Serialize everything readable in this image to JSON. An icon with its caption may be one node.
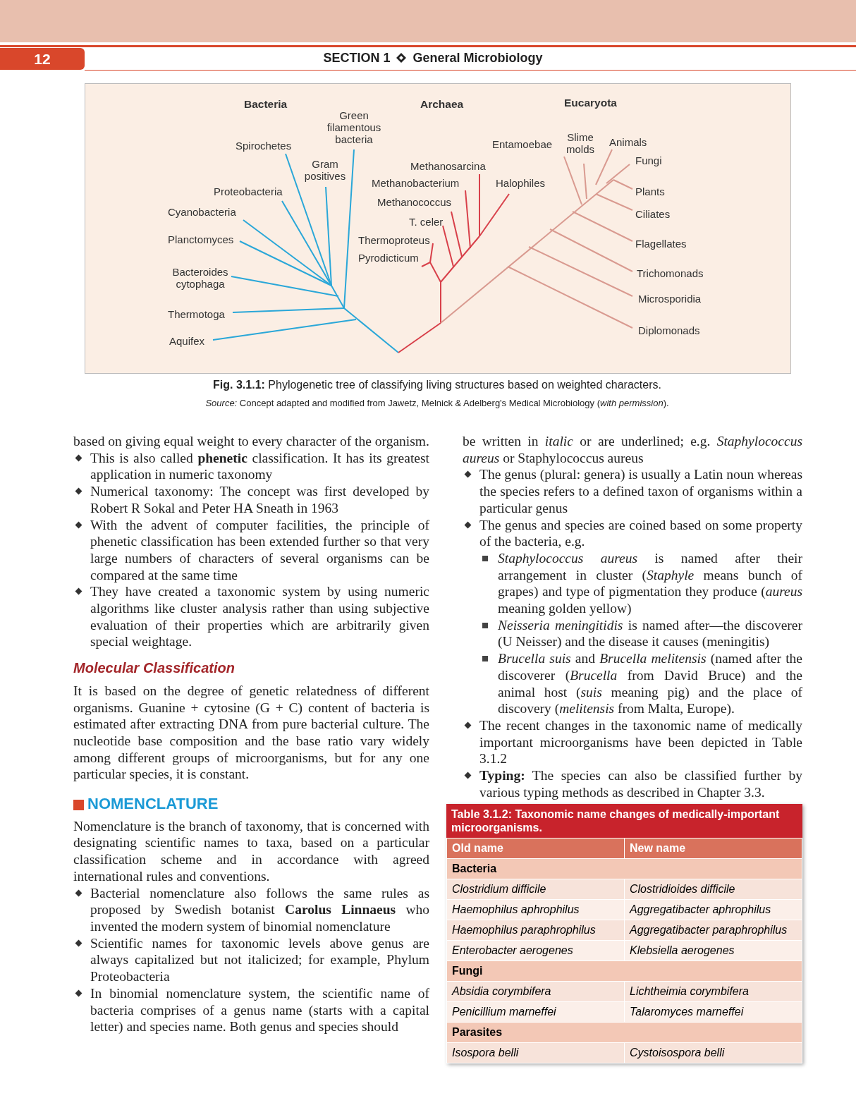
{
  "diagram": {
    "caption": "**Fig. 3.1.1:** Phylogenetic tree of classifying living structures based on weighted characters.",
    "labels": [
      "12",
      "SECTION 1",
      "General Microbiology",
      "Bacteria",
      "Archaea",
      "Eucaryota",
      "Green filamentous bacteria",
      "Spirochetes",
      "Gram positives",
      "Methanosarcina",
      "Entamoebae",
      "Slime molds",
      "Animals",
      "Fungi",
      "Proteobacteria",
      "Methanobacterium",
      "Halophiles",
      "Plants",
      "Cyanobacteria",
      "Methanococcus",
      "Ciliates",
      "T. celer",
      "Planctomyces",
      "Thermoproteus",
      "Flagellates",
      "Pyrodicticum",
      "Bacteroides cytophaga",
      "Trichomonads",
      "Microsporidia",
      "Thermotoga",
      "Diplomonads",
      "Aquifex",
      "*Source:* Concept adapted and modified from Jawetz, Melnick & Adelberg's Medical Microbiology (*with permission*).",
      "based on giving equal weight to every character of the organism.",
      "This is also called **phenetic** classification. It has its greatest application in numeric taxonomy",
      "Numerical taxonomy: The concept was first developed by Robert R Sokal and Peter HA Sneath in 1963",
      "With the advent of computer facilities, the principle of phenetic classification has been extended further so that very large numbers of characters of several organisms can be compared at the same time",
      "They have created a taxonomic system by using numeric algorithms like cluster analysis rather than using subjective evaluation of their properties which are arbitrarily given special weightage.",
      "Molecular Classification",
      "It is based on the degree of genetic relatedness of different organisms. Guanine + cytosine (G + C) content of bacteria is estimated after extracting DNA from pure bacterial culture. The nucleotide base composition and the base ratio vary widely among different groups of microorganisms, but for any one particular species, it is constant.",
      "NOMENCLATURE",
      "Nomenclature is the branch of taxonomy, that is concerned with designating scientific names to taxa, based on a particular classification scheme and in accordance with agreed international rules and conventions.",
      "Bacterial nomenclature also follows the same rules as proposed by Swedish botanist **Carolus Linnaeus** who invented the modern system of binomial nomenclature",
      "Scientific names for taxonomic levels above genus are always capitalized but not italicized; for example, Phylum Proteobacteria",
      "In binomial nomenclature system, the scientific name of bacteria comprises of a genus name (starts with a capital letter) and species name. Both genus and species should",
      "be written in *italic* or are underlined; e.g. *Staphylococcus aureus* or Staphylococcus aureus",
      "The genus (plural: genera) is usually a Latin noun whereas the species refers to a defined taxon of organisms within a particular genus",
      "The genus and species are coined based on some property of the bacteria, e.g.",
      "*Staphylococcus aureus* is named after their arrangement in cluster (*Staphyle* means bunch of grapes) and type of pigmentation they produce (*aureus* meaning golden yellow)",
      "*Neisseria meningitidis* is named after—the discoverer (U Neisser) and the disease it causes (meningitis)",
      "*Brucella suis* and *Brucella melitensis* (named after the discoverer (*Brucella* from David Bruce) and the animal host (*suis* meaning pig) and the place of discovery (*melitensis* from Malta, Europe).",
      "The recent changes in the taxonomic name of medically important microorganisms have been depicted in Table 3.1.2",
      "**Typing:** The species can also be classified further by various typing methods as described in Chapter 3.3.",
      "Table 3.1.2: Taxonomic name changes of medically-important microorganisms.",
      "Old name",
      "New name",
      "Bacteria",
      "Clostridium difficile",
      "Clostridioides difficile",
      "Haemophilus aphrophilus",
      "Aggregatibacter aphrophilus",
      "Haemophilus paraphrophilus",
      "Aggregatibacter paraphrophilus",
      "Enterobacter aerogenes",
      "Klebsiella aerogenes",
      "Fungi",
      "Absidia corymbifera",
      "Lichtheimia corymbifera",
      "Penicillium marneffei",
      "Talaromyces marneffei",
      "Parasites",
      "Isospora belli",
      "Cystoisospora belli"
    ]
  }
}
